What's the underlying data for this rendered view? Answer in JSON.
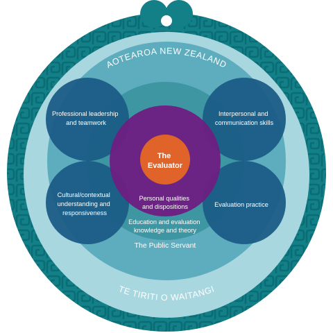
{
  "diagram": {
    "outer_ring_label_top": "AOTEAROA NEW ZEALAND",
    "outer_ring_label_bottom": "TE TIRITI O WAITANGI",
    "inner_context_label": "The Public Servant",
    "core": {
      "line1": "The",
      "line2": "Evaluator"
    },
    "center_labels": {
      "personal": [
        "Personal qualities",
        "and dispositions"
      ],
      "education": [
        "Education and evaluation",
        "knowledge and theory"
      ]
    },
    "competencies": {
      "top_left": [
        "Professional leadership",
        "and teamwork"
      ],
      "top_right": [
        "Interpersonal and",
        "communication skills"
      ],
      "bottom_left": [
        "Cultural/contextual",
        "understanding and",
        "responsiveness"
      ],
      "bottom_right": [
        "Evaluation practice"
      ]
    },
    "colors": {
      "outer_border": "#137f87",
      "pattern": "#0a6d75",
      "outer_band": "#a9d7e0",
      "inner_ring": "#5eadbe",
      "teal_middle": "#3d96a2",
      "blue_circles": "#1a5c86",
      "purple_core": "#6e1d82",
      "orange_center": "#e0632a",
      "text": "#ffffff"
    },
    "icons": {
      "border_motif": "koru-pattern"
    }
  }
}
